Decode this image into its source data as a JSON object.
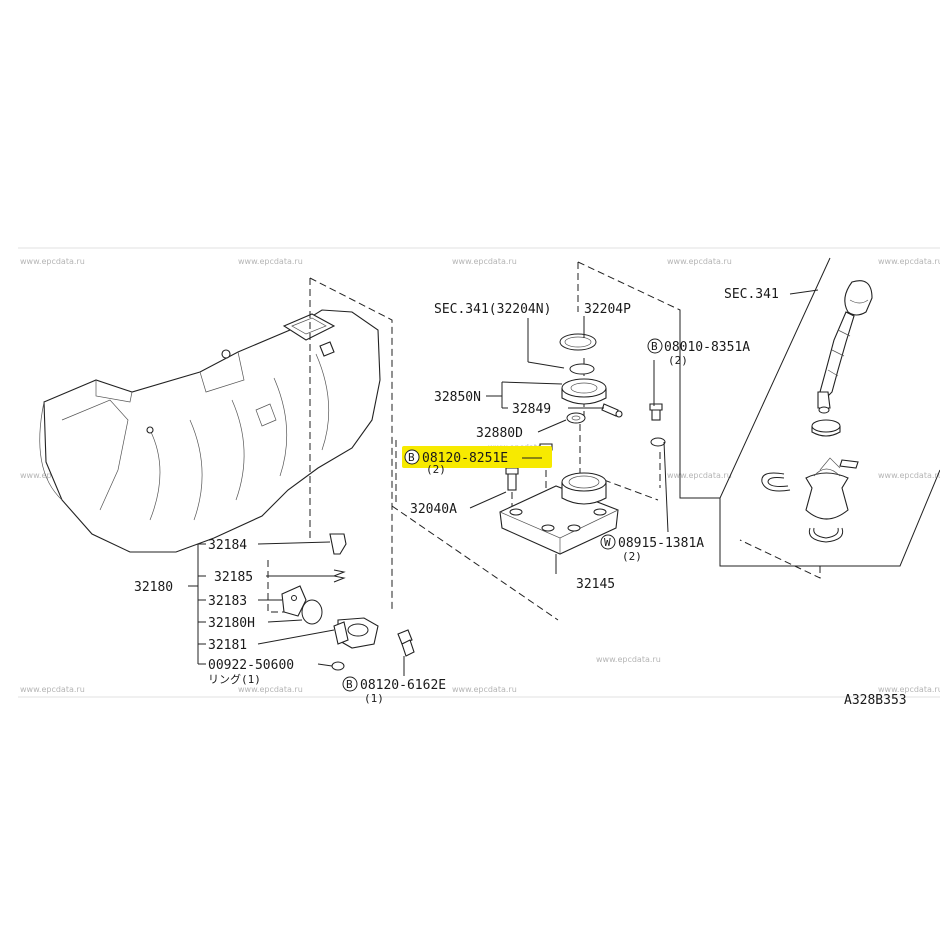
{
  "highlight_color": "#f7ea00",
  "watermark": "www.epcdata.ru",
  "labels": {
    "sec341_left": "SEC.341(32204N)",
    "p32204P": "32204P",
    "p08010": "08010-8351A",
    "p08010_qty": "(2)",
    "p32850N": "32850N",
    "p32849": "32849",
    "p32880D": "32880D",
    "p08120_8251E": "08120-8251E",
    "p08120_8251E_qty": "(2)",
    "p32040A": "32040A",
    "p08915": "08915-1381A",
    "p08915_qty": "(2)",
    "p32145": "32145",
    "sec341_right": "SEC.341",
    "p32184": "32184",
    "p32180": "32180",
    "p32185": "32185",
    "p32183": "32183",
    "p32180H": "32180H",
    "p32181": "32181",
    "p00922": "00922-50600",
    "p00922_note": "リング(1)",
    "p08120_6162E": "08120-6162E",
    "p08120_6162E_qty": "(1)",
    "diagram_code": "A328B353"
  },
  "markers": {
    "bolt": "B",
    "washer": "W"
  }
}
